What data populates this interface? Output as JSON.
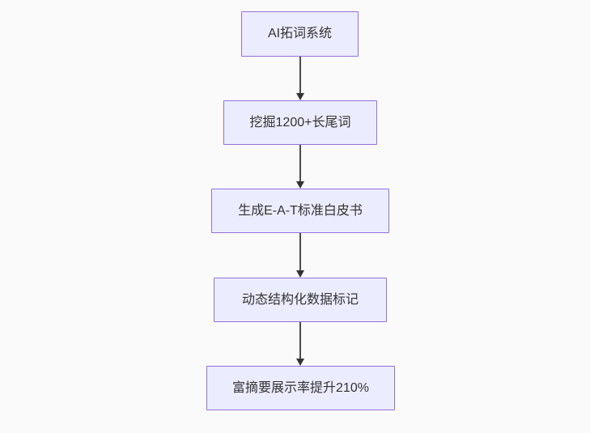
{
  "flowchart": {
    "type": "flowchart-top-down",
    "nodes": [
      {
        "label": "AI拓词系统"
      },
      {
        "label": "挖掘1200+长尾词"
      },
      {
        "label": "生成E-A-T标准白皮书"
      },
      {
        "label": "动态结构化数据标记"
      },
      {
        "label": "富摘要展示率提升210%"
      }
    ],
    "edges": [
      {
        "from": 0,
        "to": 1
      },
      {
        "from": 1,
        "to": 2
      },
      {
        "from": 2,
        "to": 3
      },
      {
        "from": 3,
        "to": 4
      }
    ],
    "colors": {
      "background": "#fafafa",
      "node_fill": "#ECECFF",
      "node_border": "#9370DB",
      "text": "#333333",
      "arrow": "#4b4b4b",
      "arrow_head": "#333333"
    }
  }
}
